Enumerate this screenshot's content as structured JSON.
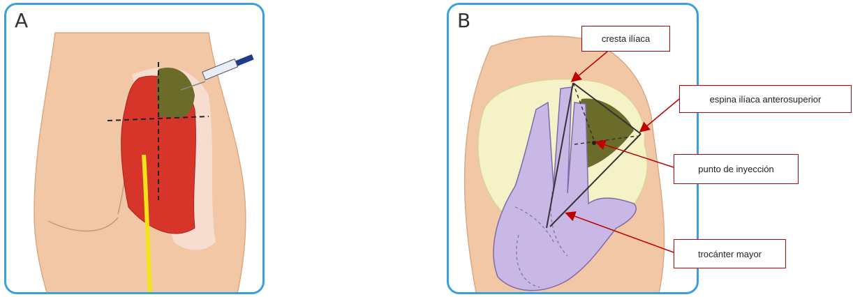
{
  "panels": [
    {
      "letter": "A"
    },
    {
      "letter": "B"
    }
  ],
  "labels": {
    "cresta": "cresta ilíaca",
    "espina": "espina ilíaca anterosuperior",
    "punto": "punto de inyección",
    "trocanter": "trocánter mayor"
  },
  "colors": {
    "panel_border": "#3aa0dc",
    "skin": "#f2c7a6",
    "muscle_red": "#d8352a",
    "muscle_green": "#6b6b2a",
    "nerve_yellow": "#f1e21b",
    "glove": "#c9b8e6",
    "bone": "#f6f2c8",
    "callout_red": "#c00000"
  }
}
